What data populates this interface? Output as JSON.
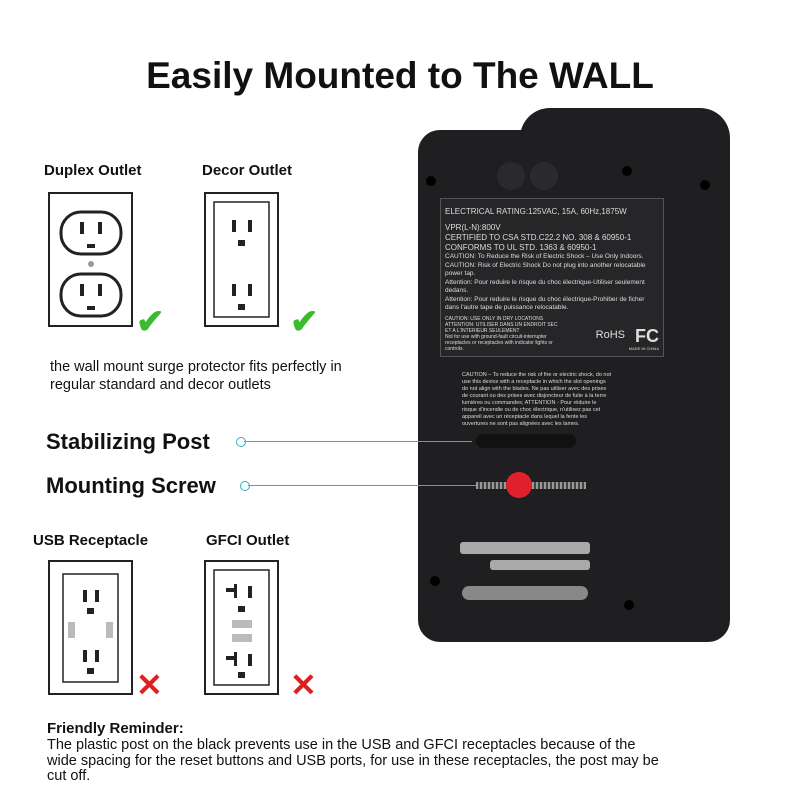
{
  "title": "Easily Mounted to The WALL",
  "outlets": {
    "duplex": "Duplex Outlet",
    "decor": "Decor Outlet",
    "usb": "USB Receptacle",
    "gfci": "GFCI Outlet",
    "ok_icon": "check-icon",
    "bad_icon": "x-icon",
    "ok_color": "#3dbb2e",
    "bad_color": "#e02020"
  },
  "fit_text": "the wall mount surge protector fits perfectly in regular standard and decor outlets",
  "callouts": {
    "post": "Stabilizing Post",
    "screw": "Mounting Screw"
  },
  "device": {
    "rating": "ELECTRICAL RATING:125VAC, 15A, 60Hz,1875W",
    "lines": [
      "VPR(L-N):800V",
      "CERTIFIED TO CSA STD.C22.2  NO. 308 & 60950-1",
      "CONFORMS TO UL STD. 1363 & 60950-1"
    ],
    "cautions": [
      "CAUTION: To Reduce the Risk of Electric Shock – Use Only Indoors.",
      "CAUTION: Risk of Electric Shock Do not plug into another relocatable power tap.",
      "Attention: Pour reduire le risque du choc électrique-Utiliser seulement dedans.",
      "Attention: Pour reduire le risque du choc électrique-Prohiber de ficher dans l'autre tape de puissance relocatable."
    ],
    "indoor": [
      "CAUTION: USE ONLY IN DRY LOCATIONS",
      "ATTENTION: UTILISER DANS UN ENDROIT SEC ET A L'INTERIEUR SEULEMENT",
      "Not for use with ground-fault circuit-interrupter receptacles or receptacles with indicator lights or controls."
    ],
    "rohs": "RoHS",
    "fcc": "FC",
    "made": "MADE IN CHINA",
    "caution2": "CAUTION – To reduce the risk of fire or electric shock, do not use this device with a receptacle in which the slot openings do not align with the blades. Ne pas utiliser avec des prises de courant ou des prises avec disjoncteur de fuite à la terre lumières ou commandes; ATTENTION - Pour réduire le risque d'incendie ou de choc électrique, n'utilisez pas cet appareil avec un réceptacle dans lequel la fente les ouvertures ne sont pas alignées avec les lames."
  },
  "reminder": {
    "heading": "Friendly Reminder:",
    "body": "The plastic post on the black prevents use in the USB and GFCI receptacles because of the wide spacing for the reset buttons and USB ports, for use in these receptacles, the post may be cut off."
  }
}
